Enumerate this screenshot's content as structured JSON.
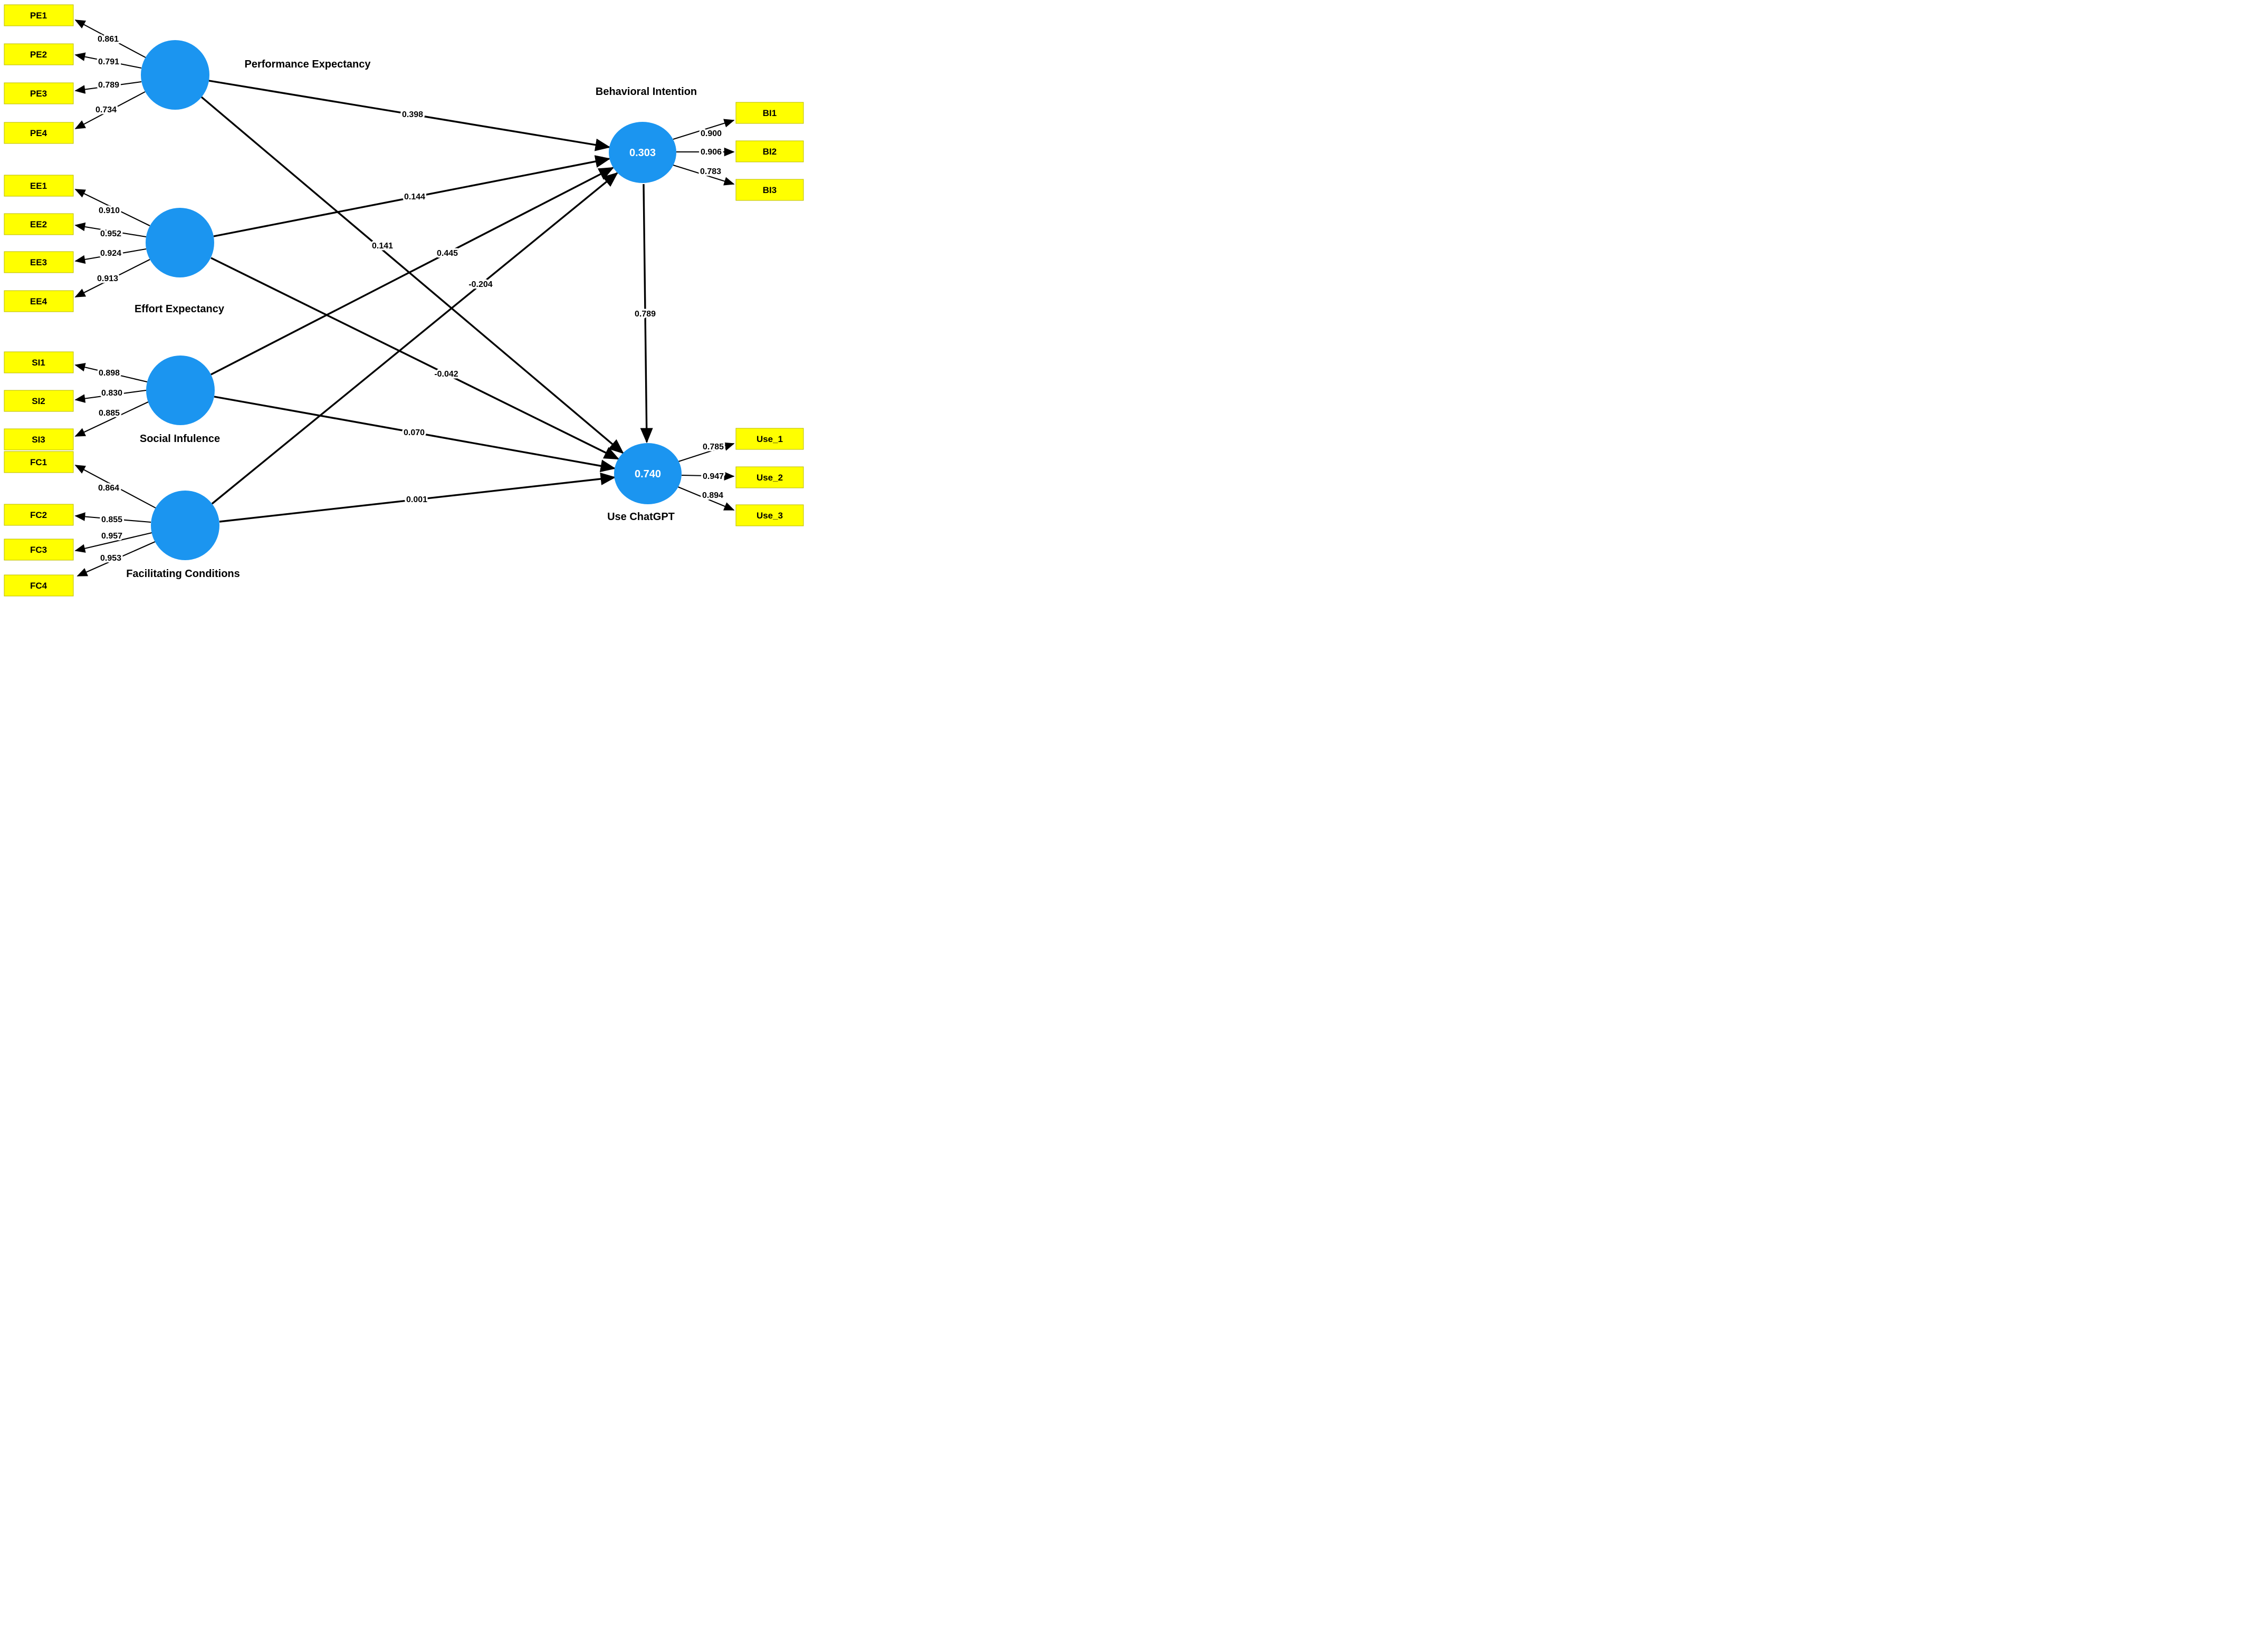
{
  "canvas": {
    "background": "#ffffff"
  },
  "colors": {
    "indicator_fill": "#ffff00",
    "indicator_border": "#b9b900",
    "construct_fill": "#1b95f0",
    "arrow": "#000000",
    "r2_text": "#ffffff",
    "label_text": "#000000"
  },
  "constructs": [
    {
      "id": "PE",
      "label": "Performance Expectancy",
      "indicators": [
        {
          "name": "PE1",
          "loading": "0.861"
        },
        {
          "name": "PE2",
          "loading": "0.791"
        },
        {
          "name": "PE3",
          "loading": "0.789"
        },
        {
          "name": "PE4",
          "loading": "0.734"
        }
      ]
    },
    {
      "id": "EE",
      "label": "Effort Expectancy",
      "indicators": [
        {
          "name": "EE1",
          "loading": "0.910"
        },
        {
          "name": "EE2",
          "loading": "0.952"
        },
        {
          "name": "EE3",
          "loading": "0.924"
        },
        {
          "name": "EE4",
          "loading": "0.913"
        }
      ]
    },
    {
      "id": "SI",
      "label": "Social Infulence",
      "indicators": [
        {
          "name": "SI1",
          "loading": "0.898"
        },
        {
          "name": "SI2",
          "loading": "0.830"
        },
        {
          "name": "SI3",
          "loading": "0.885"
        }
      ]
    },
    {
      "id": "FC",
      "label": "Facilitating Conditions",
      "indicators": [
        {
          "name": "FC1",
          "loading": "0.864"
        },
        {
          "name": "FC2",
          "loading": "0.855"
        },
        {
          "name": "FC3",
          "loading": "0.957"
        },
        {
          "name": "FC4",
          "loading": "0.953"
        }
      ]
    },
    {
      "id": "BI",
      "label": "Behavioral Intention",
      "r2": "0.303",
      "indicators": [
        {
          "name": "BI1",
          "loading": "0.900"
        },
        {
          "name": "BI2",
          "loading": "0.906"
        },
        {
          "name": "BI3",
          "loading": "0.783"
        }
      ]
    },
    {
      "id": "USE",
      "label": "Use ChatGPT",
      "r2": "0.740",
      "indicators": [
        {
          "name": "Use_1",
          "loading": "0.785"
        },
        {
          "name": "Use_2",
          "loading": "0.947"
        },
        {
          "name": "Use_3",
          "loading": "0.894"
        }
      ]
    }
  ],
  "paths": [
    {
      "from": "Performance Expectancy",
      "to": "Behavioral Intention",
      "coef": "0.398"
    },
    {
      "from": "Effort Expectancy",
      "to": "Behavioral Intention",
      "coef": "0.144"
    },
    {
      "from": "Social Infulence",
      "to": "Behavioral Intention",
      "coef": "0.445"
    },
    {
      "from": "Facilitating Conditions",
      "to": "Behavioral Intention",
      "coef": "-0.204"
    },
    {
      "from": "Performance Expectancy",
      "to": "Use ChatGPT",
      "coef": "0.141"
    },
    {
      "from": "Effort Expectancy",
      "to": "Use ChatGPT",
      "coef": "-0.042"
    },
    {
      "from": "Social Infulence",
      "to": "Use ChatGPT",
      "coef": "0.070"
    },
    {
      "from": "Facilitating Conditions",
      "to": "Use ChatGPT",
      "coef": "0.001"
    },
    {
      "from": "Behavioral Intention",
      "to": "Use ChatGPT",
      "coef": "0.789"
    }
  ]
}
